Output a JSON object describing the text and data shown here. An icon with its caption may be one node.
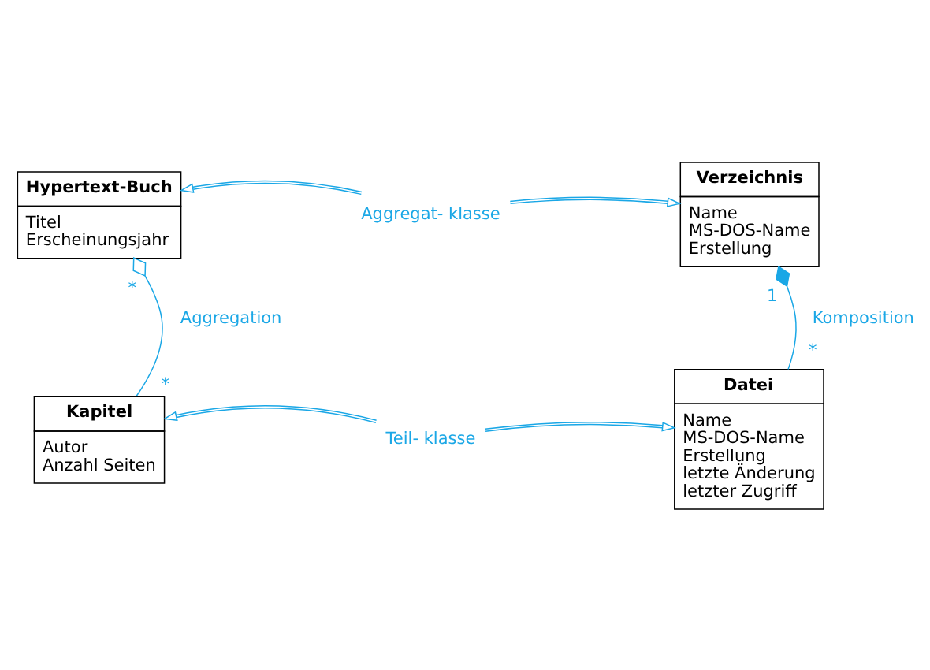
{
  "diagram": {
    "nodes": [
      {
        "text": [
          "Hypertext-Buch",
          "Titel",
          "Erscheinungsjahr"
        ]
      },
      {
        "text": [
          "Aggregat- klasse"
        ]
      },
      {
        "text": [
          "Verzeichnis",
          "Name",
          "MS-DOS-Name",
          "Erstellung"
        ]
      },
      {
        "text": [
          "Kapitel",
          "Autor",
          "Anzahl Seiten"
        ]
      },
      {
        "text": [
          "Teil- klasse"
        ]
      },
      {
        "text": [
          "Datei",
          "Name",
          "MS-DOS-Name",
          "Erstellung",
          "letzte Änderung",
          "letzter Zugriff"
        ]
      }
    ],
    "edges": [
      {
        "from": 1,
        "to": 0,
        "arrow": "to"
      },
      {
        "from": 1,
        "to": 2,
        "arrow": "to"
      },
      {
        "from": 3,
        "to": 0,
        "arrow": "other",
        "label": "Aggregation"
      },
      {
        "from": 5,
        "to": 2,
        "arrow": "other",
        "label": "Komposition"
      },
      {
        "from": 4,
        "to": 3,
        "arrow": "to"
      },
      {
        "from": 4,
        "to": 5,
        "arrow": "to"
      }
    ],
    "labels": [
      "*",
      "*",
      "1",
      "*"
    ]
  }
}
